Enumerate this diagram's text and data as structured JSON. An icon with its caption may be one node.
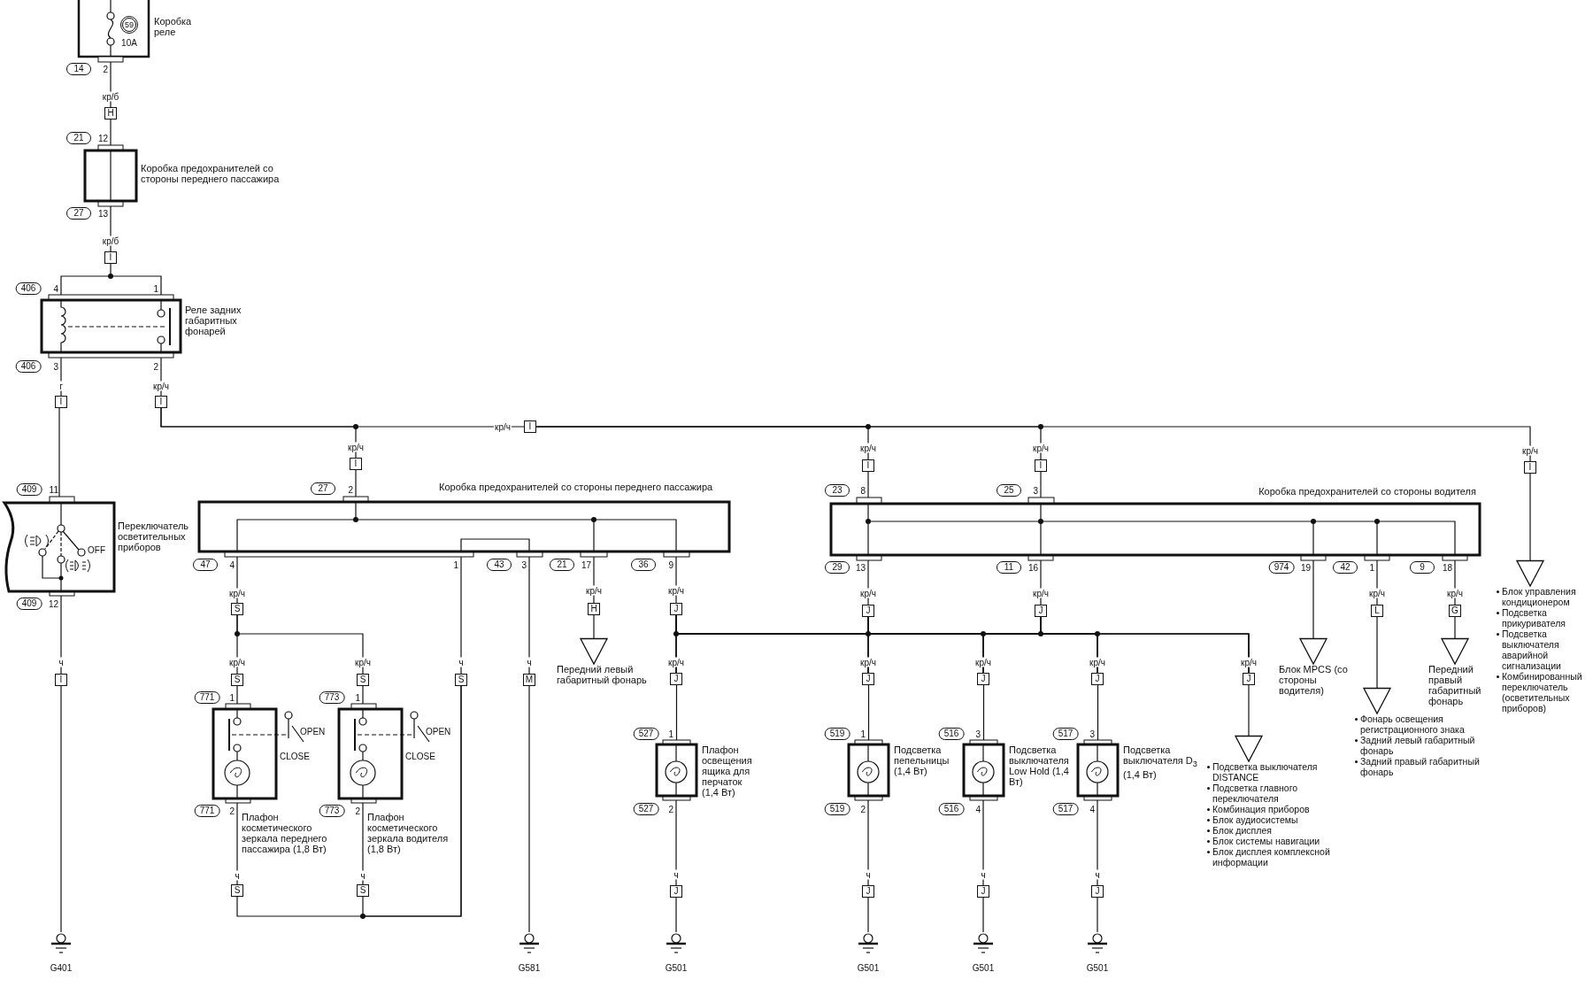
{
  "diagram": {
    "nodes": [
      {
        "text": [
          "Коробка реле"
        ]
      },
      {
        "text": [
          "59"
        ],
        "in": 0,
        "beside": [
          "10A"
        ]
      },
      {
        "text": [
          "14"
        ]
      },
      {
        "text": [
          "H"
        ]
      },
      {
        "text": [
          "21"
        ]
      },
      {
        "text": [
          "Коробка предохранителей со стороны переднего пассажира"
        ]
      },
      {
        "text": [
          "27"
        ]
      },
      {
        "text": [
          "I"
        ]
      },
      {
        "text": [
          "406"
        ]
      },
      {
        "text": [
          "Реле задних габаритных фонарей"
        ]
      },
      {
        "text": [
          "406"
        ]
      },
      {
        "text": [
          "I"
        ]
      },
      {
        "text": [
          "I"
        ]
      },
      {
        "text": [
          "I"
        ]
      },
      {
        "text": [
          "I"
        ]
      },
      {
        "text": [
          "I"
        ]
      },
      {
        "text": [
          "I"
        ]
      },
      {
        "text": [
          "I"
        ]
      },
      {
        "text": [
          "409"
        ]
      },
      {
        "text": [
          "27"
        ]
      },
      {
        "text": [
          "23"
        ]
      },
      {
        "text": [
          "25"
        ]
      },
      {
        "text": [
          "Переключатель осветительных приборов"
        ]
      },
      {
        "text": [
          "Коробка предохранителей со стороны переднего пассажира"
        ]
      },
      {
        "text": [
          "Коробка предохранителей со стороны водителя"
        ]
      },
      {
        "text": [
          "47"
        ]
      },
      {
        "text": [
          "43"
        ]
      },
      {
        "text": [
          "21"
        ]
      },
      {
        "text": [
          "36"
        ]
      },
      {
        "text": [
          "29"
        ]
      },
      {
        "text": [
          "11"
        ]
      },
      {
        "text": [
          "974"
        ]
      },
      {
        "text": [
          "42"
        ]
      },
      {
        "text": [
          "9"
        ]
      },
      {
        "text": [
          "Блок управления кондиционером",
          "Подсветка прикуривателя",
          "Подсветка выключателя аварийной сигнализации",
          "Комбинированный переключатель (осветительных приборов)"
        ]
      },
      {
        "text": [
          "409"
        ]
      },
      {
        "text": [
          "S"
        ]
      },
      {
        "text": [
          "H"
        ]
      },
      {
        "text": [
          "J"
        ]
      },
      {
        "text": [
          "J"
        ]
      },
      {
        "text": [
          "J"
        ]
      },
      {
        "text": [
          "L"
        ]
      },
      {
        "text": [
          "G"
        ]
      },
      {
        "text": [
          "Передний левый габаритный фонарь"
        ]
      },
      {
        "text": [
          "Блок MPCS (со стороны водителя)"
        ]
      },
      {
        "text": [
          "Передний правый габаритный фонарь"
        ]
      },
      {
        "text": [
          "I"
        ]
      },
      {
        "text": [
          "S"
        ]
      },
      {
        "text": [
          "S"
        ]
      },
      {
        "text": [
          "S"
        ]
      },
      {
        "text": [
          "M"
        ]
      },
      {
        "text": [
          "J"
        ]
      },
      {
        "text": [
          "J"
        ]
      },
      {
        "text": [
          "J"
        ]
      },
      {
        "text": [
          "J"
        ]
      },
      {
        "text": [
          "J"
        ]
      },
      {
        "text": [
          "771"
        ]
      },
      {
        "text": [
          "773"
        ]
      },
      {
        "text": [
          "Плафон косметического зеркала переднего пассажира (1,8 Вт)"
        ],
        "beside": [
          "OPEN",
          "CLOSE"
        ]
      },
      {
        "text": [
          "Плафон косметического зеркала водителя (1,8 Вт)"
        ],
        "beside": [
          "OPEN",
          "CLOSE"
        ]
      },
      {
        "text": [
          "Фонарь освещения регистрационного знака",
          "Задний левый габаритный фонарь",
          "Задний правый габаритный фонарь"
        ]
      },
      {
        "text": [
          "527"
        ]
      },
      {
        "text": [
          "Плафон освещения ящика для перчаток (1,4 Вт)"
        ]
      },
      {
        "text": [
          "519"
        ]
      },
      {
        "text": [
          "Подсветка пепельницы (1,4 Вт)"
        ]
      },
      {
        "text": [
          "516"
        ]
      },
      {
        "text": [
          "Подсветка выключателя Low Hold (1,4 Вт)"
        ]
      },
      {
        "text": [
          "517"
        ]
      },
      {
        "text": [
          "Подсветка выключателя D$_{3}$ (1,4 Вт)"
        ]
      },
      {
        "text": [
          "Подсветка выключателя DISTANCE",
          "Подсветка главного переключателя",
          "Комбинация приборов",
          "Блок аудиосистемы",
          "Блок дисплея",
          "Блок системы навигации",
          "Блок дисплея комплексной информации"
        ]
      },
      {
        "text": [
          "527"
        ]
      },
      {
        "text": [
          "519"
        ]
      },
      {
        "text": [
          "516"
        ]
      },
      {
        "text": [
          "517"
        ]
      },
      {
        "text": [
          "771"
        ]
      },
      {
        "text": [
          "773"
        ]
      },
      {
        "text": [
          "S"
        ]
      },
      {
        "text": [
          "S"
        ]
      },
      {
        "text": [
          "J"
        ]
      },
      {
        "text": [
          "J"
        ]
      },
      {
        "text": [
          "J"
        ]
      },
      {
        "text": [
          "J"
        ]
      },
      {
        "text": [
          "G401"
        ]
      },
      {
        "text": [
          "G581"
        ]
      },
      {
        "text": [
          "G501"
        ]
      },
      {
        "text": [
          "G501"
        ]
      },
      {
        "text": [
          "G501"
        ]
      },
      {
        "text": [
          "G501"
        ]
      }
    ],
    "edges": [
      {
        "from": 0,
        "to": 3,
        "arrow": "none"
      },
      {
        "from": 3,
        "to": 5,
        "arrow": "none"
      },
      {
        "from": 5,
        "to": 7,
        "arrow": "none"
      },
      {
        "from": 7,
        "to": 9,
        "arrow": "none"
      },
      {
        "from": 9,
        "to": 11,
        "arrow": "none"
      },
      {
        "from": 9,
        "to": 12,
        "arrow": "none"
      },
      {
        "from": 11,
        "to": 22,
        "arrow": "none"
      },
      {
        "from": 22,
        "to": 46,
        "arrow": "none"
      },
      {
        "from": 46,
        "to": 82,
        "arrow": "none"
      },
      {
        "from": 12,
        "to": 13,
        "arrow": "none"
      },
      {
        "from": 12,
        "to": 14,
        "arrow": "none"
      },
      {
        "from": 13,
        "to": 15,
        "arrow": "none"
      },
      {
        "from": 13,
        "to": 16,
        "arrow": "none"
      },
      {
        "from": 13,
        "to": 17,
        "arrow": "none"
      },
      {
        "from": 14,
        "to": 23,
        "arrow": "none"
      },
      {
        "from": 15,
        "to": 24,
        "arrow": "none"
      },
      {
        "from": 16,
        "to": 24,
        "arrow": "none"
      },
      {
        "from": 17,
        "to": 34,
        "arrow": "to"
      },
      {
        "from": 23,
        "to": 36,
        "arrow": "none"
      },
      {
        "from": 23,
        "to": 37,
        "arrow": "none"
      },
      {
        "from": 23,
        "to": 38,
        "arrow": "none"
      },
      {
        "from": 23,
        "to": 49,
        "arrow": "none"
      },
      {
        "from": 23,
        "to": 50,
        "arrow": "none"
      },
      {
        "from": 37,
        "to": 43,
        "arrow": "to"
      },
      {
        "from": 24,
        "to": 39,
        "arrow": "none"
      },
      {
        "from": 24,
        "to": 40,
        "arrow": "none"
      },
      {
        "from": 24,
        "to": 44,
        "arrow": "to"
      },
      {
        "from": 24,
        "to": 41,
        "arrow": "none"
      },
      {
        "from": 24,
        "to": 42,
        "arrow": "none"
      },
      {
        "from": 41,
        "to": 60,
        "arrow": "to"
      },
      {
        "from": 42,
        "to": 45,
        "arrow": "to"
      },
      {
        "from": 36,
        "to": 47,
        "arrow": "none"
      },
      {
        "from": 36,
        "to": 48,
        "arrow": "none"
      },
      {
        "from": 47,
        "to": 58,
        "arrow": "none"
      },
      {
        "from": 48,
        "to": 59,
        "arrow": "none"
      },
      {
        "from": 58,
        "to": 76,
        "arrow": "none"
      },
      {
        "from": 59,
        "to": 77,
        "arrow": "none"
      },
      {
        "from": 76,
        "to": 49,
        "arrow": "none"
      },
      {
        "from": 77,
        "to": 49,
        "arrow": "none"
      },
      {
        "from": 50,
        "to": 83,
        "arrow": "none"
      },
      {
        "from": 38,
        "to": 51,
        "arrow": "none"
      },
      {
        "from": 38,
        "to": 52,
        "arrow": "none"
      },
      {
        "from": 38,
        "to": 53,
        "arrow": "none"
      },
      {
        "from": 38,
        "to": 54,
        "arrow": "none"
      },
      {
        "from": 38,
        "to": 55,
        "arrow": "none"
      },
      {
        "from": 39,
        "to": 51,
        "arrow": "none"
      },
      {
        "from": 39,
        "to": 52,
        "arrow": "none"
      },
      {
        "from": 39,
        "to": 53,
        "arrow": "none"
      },
      {
        "from": 39,
        "to": 54,
        "arrow": "none"
      },
      {
        "from": 39,
        "to": 55,
        "arrow": "none"
      },
      {
        "from": 40,
        "to": 51,
        "arrow": "none"
      },
      {
        "from": 40,
        "to": 52,
        "arrow": "none"
      },
      {
        "from": 40,
        "to": 53,
        "arrow": "none"
      },
      {
        "from": 40,
        "to": 54,
        "arrow": "none"
      },
      {
        "from": 40,
        "to": 55,
        "arrow": "none"
      },
      {
        "from": 51,
        "to": 62,
        "arrow": "none"
      },
      {
        "from": 52,
        "to": 64,
        "arrow": "none"
      },
      {
        "from": 53,
        "to": 66,
        "arrow": "none"
      },
      {
        "from": 54,
        "to": 68,
        "arrow": "none"
      },
      {
        "from": 55,
        "to": 69,
        "arrow": "to"
      },
      {
        "from": 62,
        "to": 78,
        "arrow": "none"
      },
      {
        "from": 64,
        "to": 79,
        "arrow": "none"
      },
      {
        "from": 66,
        "to": 80,
        "arrow": "none"
      },
      {
        "from": 68,
        "to": 81,
        "arrow": "none"
      },
      {
        "from": 78,
        "to": 84,
        "arrow": "none"
      },
      {
        "from": 79,
        "to": 85,
        "arrow": "none"
      },
      {
        "from": 80,
        "to": 86,
        "arrow": "none"
      },
      {
        "from": 81,
        "to": 87,
        "arrow": "none"
      }
    ],
    "labels": [
      "2",
      "кр/б",
      "12",
      "13",
      "кр/б",
      "4",
      "1",
      "3",
      "2",
      "г",
      "кр/ч",
      "кр/ч",
      "кр/ч",
      "кр/ч",
      "кр/ч",
      "кр/ч",
      "11",
      "2",
      "8",
      "3",
      "OFF",
      "4",
      "1",
      "3",
      "17",
      "9",
      "13",
      "16",
      "19",
      "1",
      "18",
      "кр/ч",
      "кр/ч",
      "кр/ч",
      "кр/ч",
      "кр/ч",
      "кр/ч",
      "кр/ч",
      "12",
      "ч",
      "кр/ч",
      "кр/ч",
      "ч",
      "ч",
      "кр/ч",
      "кр/ч",
      "кр/ч",
      "кр/ч",
      "кр/ч",
      "1",
      "1",
      "1",
      "1",
      "3",
      "3",
      "2",
      "2",
      "2",
      "2",
      "4",
      "4",
      "ч",
      "ч",
      "ч",
      "ч",
      "ч",
      "ч"
    ]
  }
}
